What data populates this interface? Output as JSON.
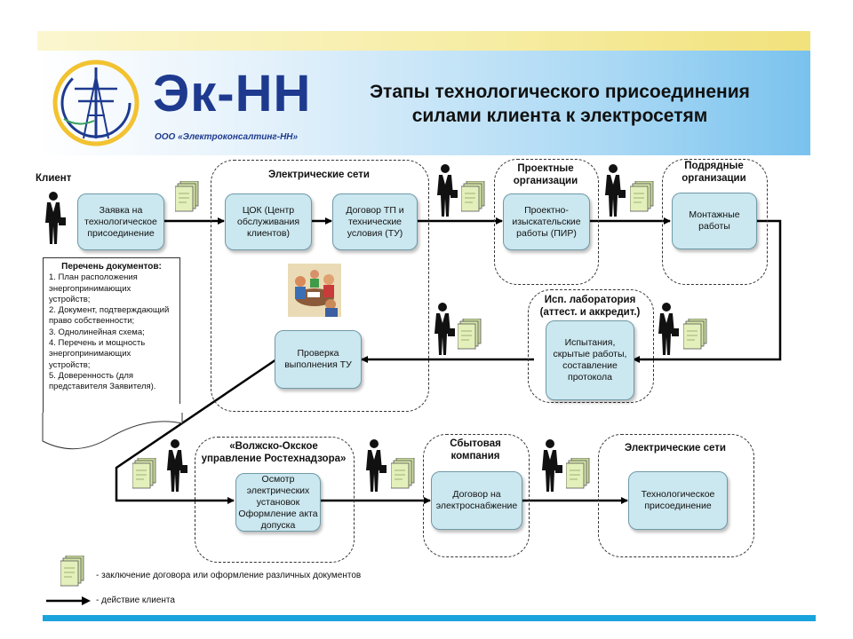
{
  "company": {
    "name": "Эк-НН",
    "legal_name": "ООО «Электроконсалтинг-НН»"
  },
  "title_line1": "Этапы технологического присоединения",
  "title_line2": "силами клиента к электросетям",
  "client_label": "Клиент",
  "groups": {
    "grid1": "Электрические сети",
    "design": "Проектные организации",
    "contractors": "Подрядные организации",
    "lab": "Исп. лаборатория (аттест. и аккредит.)",
    "rostekh": "«Волжско-Окское управление Ростехнадзора»",
    "sales": "Сбытовая компания",
    "grid2": "Электрические сети"
  },
  "boxes": {
    "request": "Заявка на технологическое присоединение",
    "tsok": "ЦОК (Центр обслуживания клиентов)",
    "contract_tp": "Договор ТП и технические условия (ТУ)",
    "pir": "Проектно-изыскательские работы (ПИР)",
    "install": "Монтажные работы",
    "tests": "Испытания, скрытые работы, составление протокола",
    "check_tu": "Проверка выполнения ТУ",
    "inspection": "Осмотр электрических установок Оформление акта допуска",
    "supply": "Договор на электроснабжение",
    "connection": "Технологическое присоединение"
  },
  "documents": {
    "title": "Перечень документов:",
    "items": [
      "1. План расположения энергопринимающих устройств;",
      "2. Документ, подтверждающий право собственности;",
      "3. Однолинейная схема;",
      "4. Перечень и мощность энергопринимающих устройств;",
      "5. Доверенность (для представителя Заявителя)."
    ]
  },
  "legend": {
    "docs": "- заключение договора или оформление различных документов",
    "action": "- действие клиента"
  },
  "colors": {
    "box_fill": "#cbe7ef",
    "brand": "#1e3a8f",
    "accent_bar": "#1aa3dd"
  }
}
